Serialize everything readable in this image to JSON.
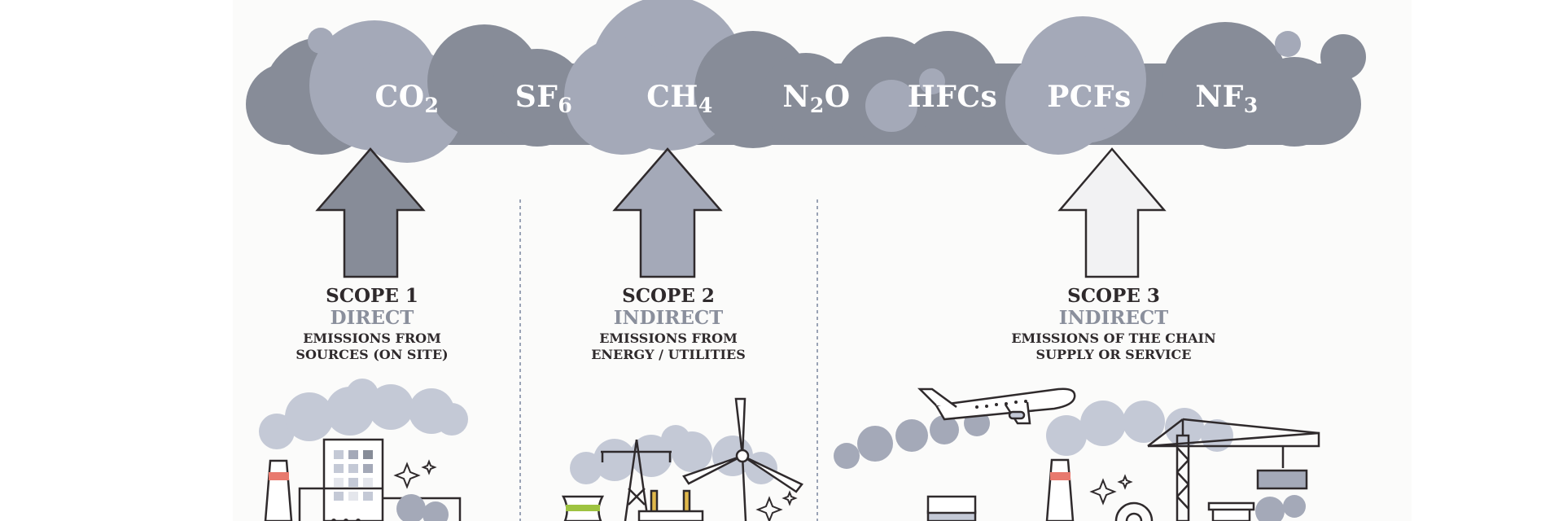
{
  "palette": {
    "cloud_dark": "#878c98",
    "cloud_light": "#a4a9b8",
    "ink": "#2f2a2c",
    "label_grey": "#8a8f9c",
    "smoke": "#c4c9d6",
    "accent_red": "#e8796e",
    "accent_green": "#9ec341",
    "accent_yellow": "#e0b84b"
  },
  "gases": [
    {
      "base": "CO",
      "sub": "2"
    },
    {
      "base": "SF",
      "sub": "6"
    },
    {
      "base": "CH",
      "sub": "4"
    },
    {
      "base": "N",
      "sub": "2",
      "tail": "O"
    },
    {
      "base": "HFCs",
      "sub": ""
    },
    {
      "base": "PCFs",
      "sub": ""
    },
    {
      "base": "NF",
      "sub": "3"
    }
  ],
  "scopes": [
    {
      "title": "SCOPE 1",
      "kind": "DIRECT",
      "desc_1": "EMISSIONS FROM",
      "desc_2": "SOURCES (ON SITE)",
      "arrow_color": "#878c98",
      "icons": [
        "factory-icon",
        "smokestack-icon",
        "sparkle-icon"
      ]
    },
    {
      "title": "SCOPE 2",
      "kind": "INDIRECT",
      "desc_1": "EMISSIONS FROM",
      "desc_2": "ENERGY / UTILITIES",
      "arrow_color": "#a4a9b8",
      "icons": [
        "power-pylon-icon",
        "wind-turbine-icon",
        "power-plug-icon",
        "cooling-tower-icon",
        "sparkle-icon"
      ]
    },
    {
      "title": "SCOPE 3",
      "kind": "INDIRECT",
      "desc_1": "EMISSIONS OF THE CHAIN",
      "desc_2": "SUPPLY OR SERVICE",
      "arrow_color": "#f2f2f3",
      "icons": [
        "airplane-icon",
        "crane-icon",
        "truck-icon",
        "smokestack-icon",
        "gear-icon",
        "sparkle-icon"
      ]
    }
  ]
}
